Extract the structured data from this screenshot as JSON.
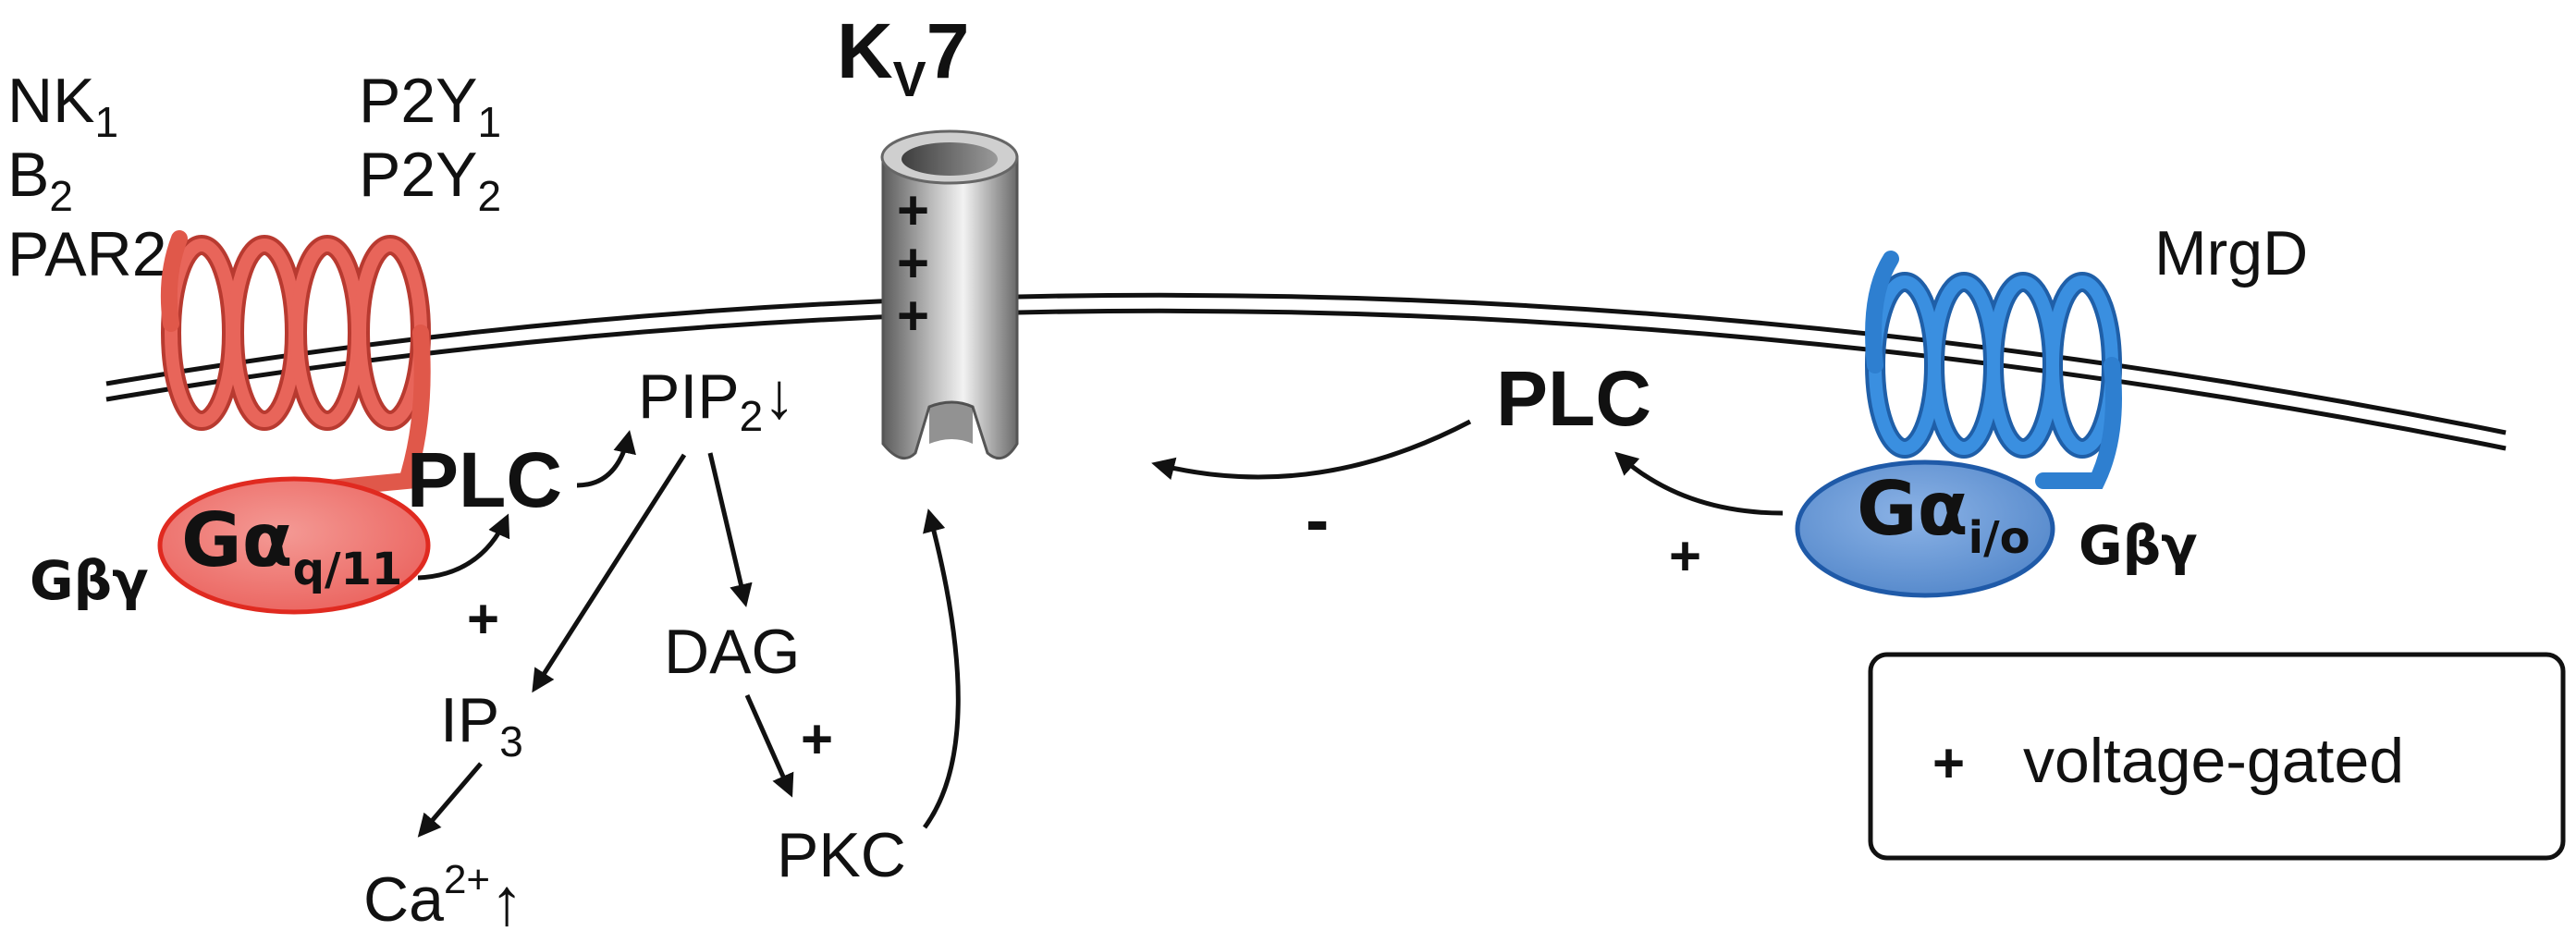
{
  "channel": {
    "label_main": "K",
    "label_sub": "V",
    "label_suffix": "7",
    "charge_symbol": "+"
  },
  "left_receptors": {
    "col1": [
      {
        "main": "NK",
        "sub": "1"
      },
      {
        "main": "B",
        "sub": "2"
      },
      {
        "main": "PAR2",
        "sub": ""
      }
    ],
    "col2": [
      {
        "main": "P2Y",
        "sub": "1"
      },
      {
        "main": "P2Y",
        "sub": "2"
      }
    ]
  },
  "right_receptor": {
    "label": "MrgD"
  },
  "left_gprotein": {
    "alpha": "Gα",
    "alpha_sub": "q/11",
    "beta_gamma": "Gβγ"
  },
  "right_gprotein": {
    "alpha": "Gα",
    "alpha_sub": "i/o",
    "beta_gamma": "Gβγ"
  },
  "pathway": {
    "plc_left": "PLC",
    "plc_right": "PLC",
    "pip2": {
      "main": "PIP",
      "sub": "2",
      "indicator": "↓"
    },
    "ip3": {
      "main": "IP",
      "sub": "3"
    },
    "ca": {
      "main": "Ca",
      "sup": "2+",
      "indicator": "↑"
    },
    "dag": "DAG",
    "pkc": "PKC",
    "plus": "+",
    "minus": "-"
  },
  "legend": {
    "symbol": "+",
    "label": "voltage-gated"
  },
  "colors": {
    "left_receptor": "#e0584a",
    "left_gprotein_fill": "#ee6a66",
    "left_gprotein_stroke": "#e02a20",
    "right_receptor": "#2e7fd0",
    "right_gprotein_fill": "#5a8fd2",
    "right_gprotein_stroke": "#1f5aa8",
    "channel": "#9a9a9a",
    "charge": "#f5b400",
    "minus": "#e0202a",
    "text": "#111111"
  }
}
